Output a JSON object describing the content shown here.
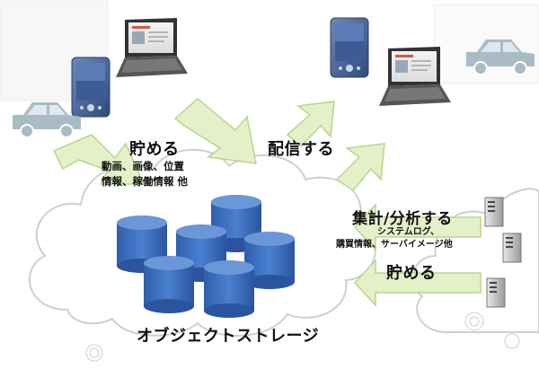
{
  "labels": {
    "store_left": "貯める",
    "store_left_detail_1": "動画、画像、位置",
    "store_left_detail_2": "情報、稼働情報 他",
    "deliver": "配信する",
    "analyze": "集計/分析する",
    "analyze_detail_1": "システムログ、",
    "analyze_detail_2": "購買情報、サーバイメージ他",
    "store_right": "貯める",
    "storage_title": "オブジェクトストレージ"
  },
  "colors": {
    "cylinder_body": "#3a6fc2",
    "cylinder_top": "#6b96d8",
    "cloud_stroke": "#cfcfcf",
    "arrow_fill": "#e4f1c8",
    "arrow_stroke": "#b9d58a",
    "car": "#a9bcc6"
  },
  "icons": [
    "laptop-icon",
    "tablet-icon",
    "car-icon",
    "server-icon",
    "database-icon",
    "arrow-icon"
  ]
}
